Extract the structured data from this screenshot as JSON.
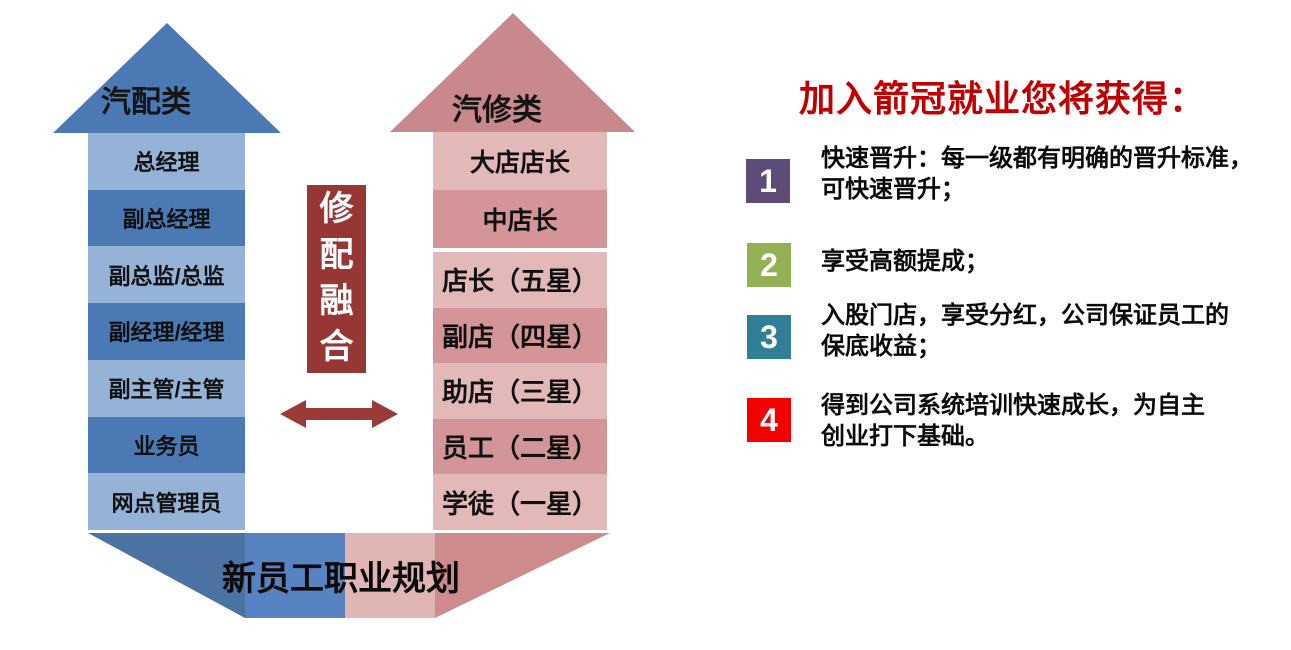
{
  "palette": {
    "blue_head": "#4a79b4",
    "blue_row_light": "#95b3d7",
    "blue_row_dark": "#4a79b4",
    "blue_bottom_diagonal": "#4a73a4",
    "blue_bottom_rect": "#5783c3",
    "pink_head": "#c9888b",
    "pink_row_light": "#e3b8b8",
    "pink_row_dark": "#d39597",
    "pink_bottom_rect": "#e2b5b5",
    "pink_bottom_diagonal": "#cd8b8d",
    "maroon_box": "#963735",
    "double_arrow": "#9a3b38",
    "heading_red": "#c00000",
    "badge_1_purple": "#5f4b78",
    "badge_2_green": "#94b054",
    "badge_3_teal": "#317f96",
    "badge_4_red": "#f30000"
  },
  "left_arrow": {
    "title": "汽配类",
    "levels": [
      "总经理",
      "副总经理",
      "副总监/总监",
      "副经理/经理",
      "副主管/主管",
      "业务员",
      "网点管理员"
    ]
  },
  "right_arrow": {
    "title": "汽修类",
    "levels_top": [
      "大店店长",
      "中店长"
    ],
    "levels_star": [
      "店长（五星）",
      "副店（四星）",
      "助店（三星）",
      "员工（二星）",
      "学徒（一星）"
    ]
  },
  "center": {
    "label": "修配融合"
  },
  "bottom": {
    "label": "新员工职业规划"
  },
  "benefits": {
    "heading": "加入箭冠就业您将获得：",
    "items": [
      {
        "num": "1",
        "line1": "快速晋升：每一级都有明确的晋升标准，",
        "line2": "可快速晋升；"
      },
      {
        "num": "2",
        "line1": "享受高额提成；",
        "line2": ""
      },
      {
        "num": "3",
        "line1": "入股门店，享受分红，公司保证员工的",
        "line2": "保底收益；"
      },
      {
        "num": "4",
        "line1": "得到公司系统培训快速成长，为自主",
        "line2": "创业打下基础。"
      }
    ]
  }
}
